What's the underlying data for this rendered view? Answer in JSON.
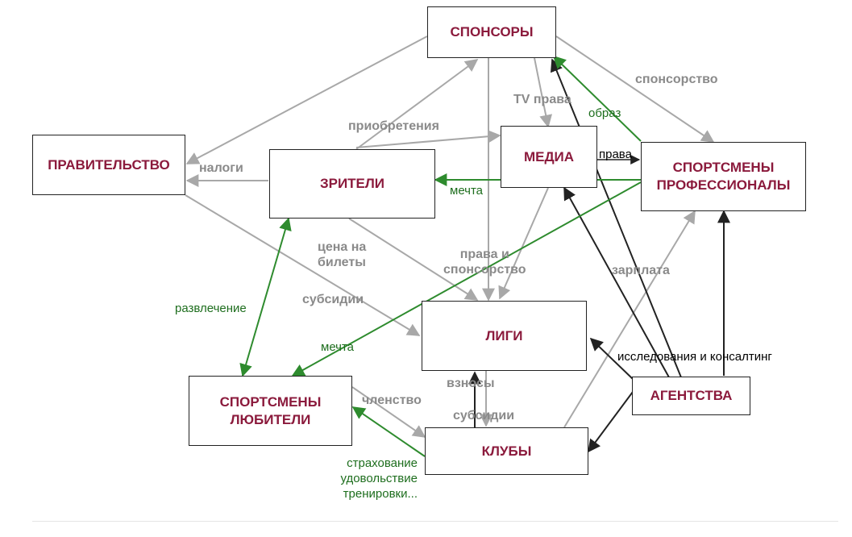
{
  "nodes": {
    "sponsors": "СПОНСОРЫ",
    "government": "ПРАВИТЕЛЬСТВО",
    "spectators": "ЗРИТЕЛИ",
    "media": "МЕДИА",
    "pro_athletes": "СПОРТСМЕНЫ\nПРОФЕССИОНАЛЫ",
    "leagues": "ЛИГИ",
    "amateur_athletes": "СПОРТСМЕНЫ\nЛЮБИТЕЛИ",
    "clubs": "КЛУБЫ",
    "agencies": "АГЕНТСТВА"
  },
  "edge_labels": {
    "sponsorship": "спонсорство",
    "tv_rights": "TV права",
    "image": "образ",
    "acquisitions": "приобретения",
    "taxes": "налоги",
    "rights": "права",
    "dream_top": "мечта",
    "ticket_price": "цена на\nбилеты",
    "rights_sponsorship": "права и\nспонсорство",
    "salary": "зарплата",
    "entertainment": "развлечение",
    "subsidies_left": "субсидии",
    "dream_bottom": "мечта",
    "research": "исследования и консалтинг",
    "fees": "взносы",
    "membership": "членство",
    "subsidies_bottom": "субсидии",
    "insurance": "страхование\nудовольствие\nтренировки..."
  },
  "colors": {
    "node_text": "#8b1a3c",
    "gray_arrow": "#a8a8a8",
    "green_arrow": "#2e8b2e",
    "black_arrow": "#222222"
  }
}
